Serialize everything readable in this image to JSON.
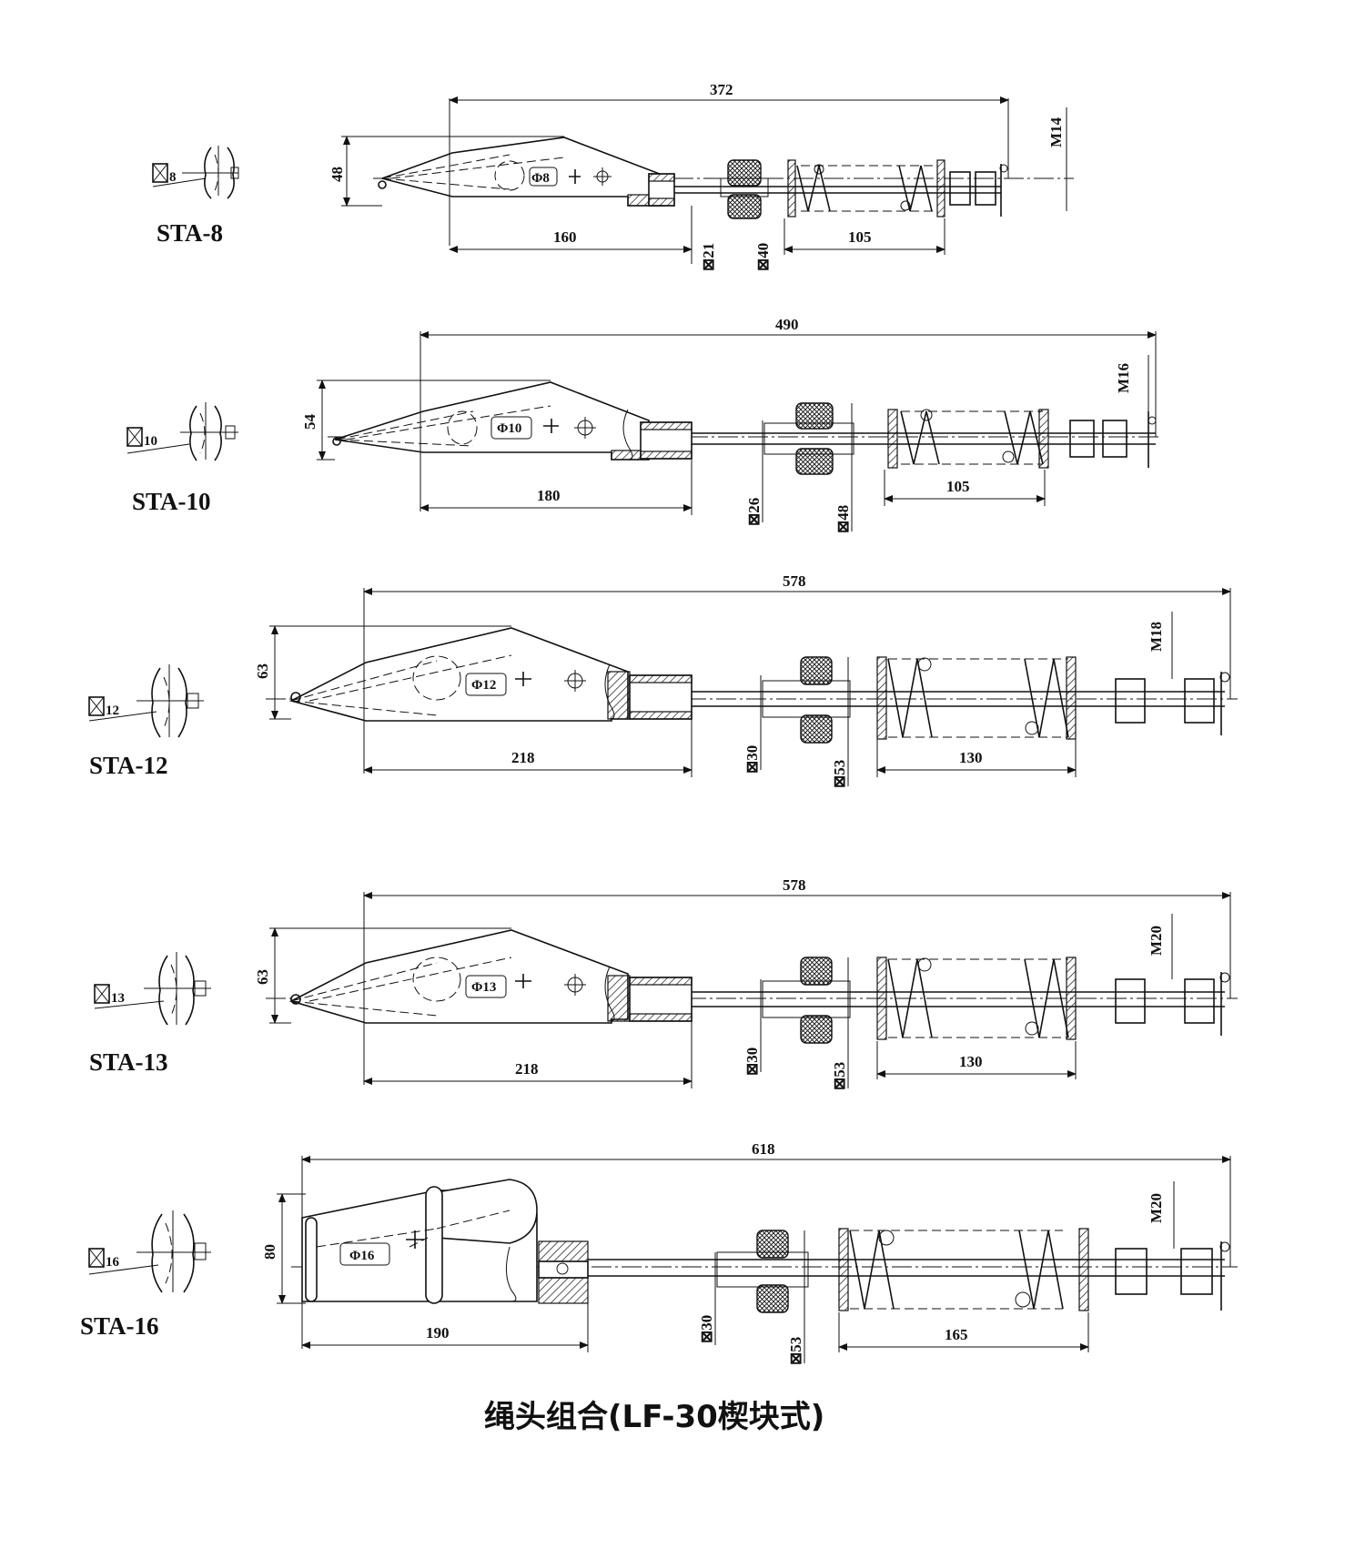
{
  "title": "绳头组合(LF-30楔块式)",
  "assemblies": [
    {
      "model": "STA-8",
      "rope_symbol": "⊠",
      "rope_size": "8",
      "hole_label": "Φ8",
      "dims": {
        "overall": "372",
        "wedge": "160",
        "spring": "105",
        "thread": "M14",
        "rod_sq": "⊠21",
        "pad_sq": "⊠40",
        "height": "48"
      }
    },
    {
      "model": "STA-10",
      "rope_symbol": "⊠",
      "rope_size": "10",
      "hole_label": "Φ10",
      "dims": {
        "overall": "490",
        "wedge": "180",
        "spring": "105",
        "thread": "M16",
        "rod_sq": "⊠26",
        "pad_sq": "⊠48",
        "height": "54"
      }
    },
    {
      "model": "STA-12",
      "rope_symbol": "⊠",
      "rope_size": "12",
      "hole_label": "Φ12",
      "dims": {
        "overall": "578",
        "wedge": "218",
        "spring": "130",
        "thread": "M18",
        "rod_sq": "⊠30",
        "pad_sq": "⊠53",
        "height": "63"
      }
    },
    {
      "model": "STA-13",
      "rope_symbol": "⊠",
      "rope_size": "13",
      "hole_label": "Φ13",
      "dims": {
        "overall": "578",
        "wedge": "218",
        "spring": "130",
        "thread": "M20",
        "rod_sq": "⊠30",
        "pad_sq": "⊠53",
        "height": "63"
      }
    },
    {
      "model": "STA-16",
      "rope_symbol": "⊠",
      "rope_size": "16",
      "hole_label": "Φ16",
      "dims": {
        "overall": "618",
        "wedge": "190",
        "spring": "165",
        "thread": "M20",
        "rod_sq": "⊠30",
        "pad_sq": "⊠53",
        "height": "80"
      }
    }
  ]
}
